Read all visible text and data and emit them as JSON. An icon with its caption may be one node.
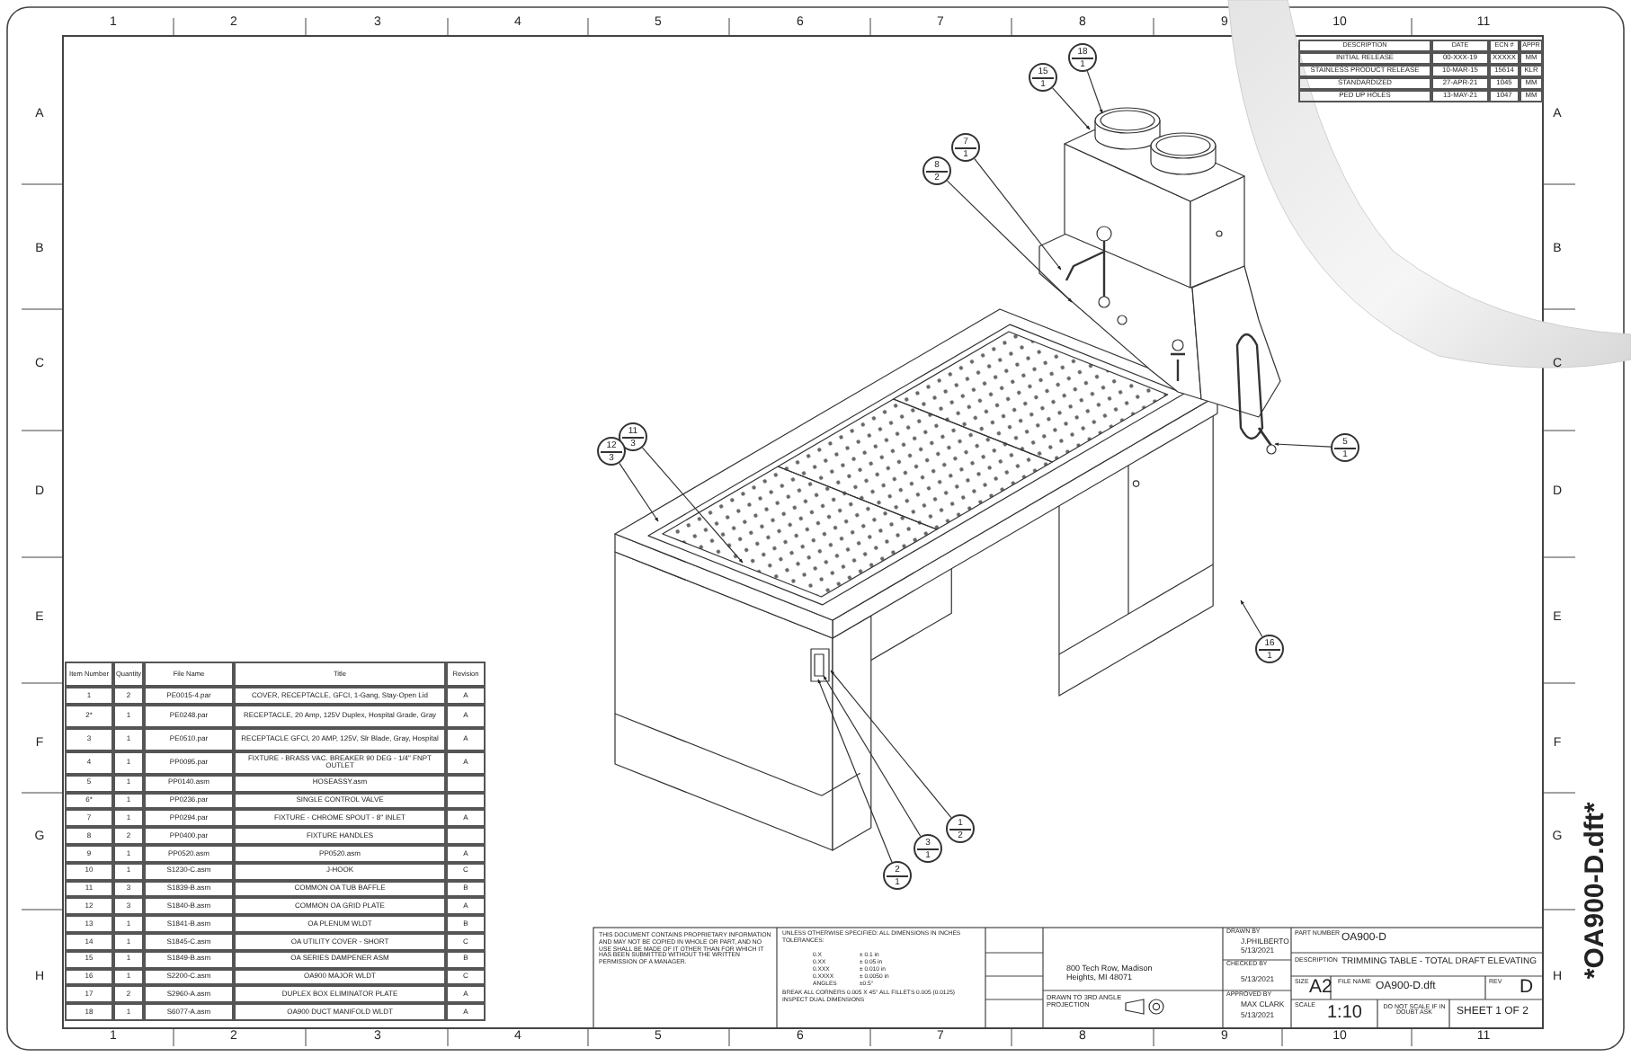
{
  "diagram": {
    "nodes": [
      {
        "text": [
          "18",
          "1"
        ]
      },
      {
        "text": [
          "15",
          "1"
        ]
      },
      {
        "text": [
          "7",
          "1"
        ]
      },
      {
        "text": [
          "8",
          "2"
        ]
      },
      {
        "text": [
          "11",
          "3"
        ]
      },
      {
        "text": [
          "12",
          "3"
        ]
      },
      {
        "text": [
          "5",
          "1"
        ]
      },
      {
        "text": [
          "16",
          "1"
        ]
      },
      {
        "text": [
          "1",
          "2"
        ]
      },
      {
        "text": [
          "3",
          "1"
        ]
      },
      {
        "text": [
          "2",
          "1"
        ]
      }
    ],
    "edges": [
      {
        "from": 0,
        "to": null,
        "arrow": "to"
      },
      {
        "from": 1,
        "to": null,
        "arrow": "to"
      },
      {
        "from": 2,
        "to": null,
        "arrow": "to"
      },
      {
        "from": 3,
        "to": null,
        "arrow": "to"
      },
      {
        "from": 4,
        "to": null,
        "arrow": "to"
      },
      {
        "from": 5,
        "to": null,
        "arrow": "to"
      },
      {
        "from": 6,
        "to": null,
        "arrow": "to"
      },
      {
        "from": 7,
        "to": null,
        "arrow": "to"
      },
      {
        "from": 8,
        "to": null,
        "arrow": "to"
      },
      {
        "from": 9,
        "to": null,
        "arrow": "to"
      },
      {
        "from": 10,
        "to": null,
        "arrow": "to"
      }
    ],
    "labels": [
      "1",
      "2",
      "3",
      "4",
      "5",
      "6",
      "7",
      "8",
      "9",
      "10",
      "11",
      "DESCRIPTION",
      "DATE",
      "ECN #",
      "APPR",
      "INITIAL RELEASE",
      "00-XXX-19",
      "XXXXX",
      "MM",
      "STAINLESS PRODUCT RELEASE",
      "10-MAR-15",
      "15614",
      "KLR",
      "STANDARDIZED",
      "27-APR-21",
      "1045",
      "MM",
      "PED UP HOLES",
      "13-MAY-21",
      "1047",
      "MM",
      "A",
      "B",
      "C",
      "D",
      "E",
      "F",
      "G",
      "H",
      "A",
      "B",
      "C",
      "D",
      "E",
      "F",
      "G",
      "H",
      "Item Number",
      "Quantity",
      "File Name",
      "Title",
      "Revision",
      "1",
      "2",
      "PE0015-4.par",
      "COVER, RECEPTACLE, GFCI, 1-Gang, Stay-Open Lid",
      "A",
      "2*",
      "1",
      "PE0248.par",
      "RECEPTACLE, 20 Amp, 125V Duplex, Hospital Grade, Gray",
      "A",
      "3",
      "1",
      "PE0510.par",
      "RECEPTACLE GFCI, 20 AMP, 125V, Slr Blade, Gray, Hospital",
      "A",
      "4",
      "1",
      "PP0095.par",
      "FIXTURE - BRASS VAC. BREAKER 90 DEG - 1/4\" FNPT OUTLET",
      "A",
      "5",
      "1",
      "PP0140.asm",
      "HOSEASSY.asm",
      "6*",
      "1",
      "PP0236.par",
      "SINGLE CONTROL VALVE",
      "7",
      "1",
      "PP0294.par",
      "FIXTURE - CHROME SPOUT - 8\" INLET",
      "A",
      "8",
      "2",
      "PP0400.par",
      "FIXTURE HANDLES",
      "9",
      "1",
      "PP0520.asm",
      "PP0520.asm",
      "A",
      "10",
      "1",
      "S1230-C.asm",
      "J-HOOK",
      "C",
      "11",
      "3",
      "S1839-B.asm",
      "COMMON OA TUB BAFFLE",
      "B",
      "12",
      "3",
      "S1840-B.asm",
      "COMMON OA GRID PLATE",
      "A",
      "13",
      "1",
      "S1841-B.asm",
      "OA PLENUM WLDT",
      "B",
      "14",
      "1",
      "S1845-C.asm",
      "OA UTILITY COVER - SHORT",
      "C",
      "15",
      "1",
      "S1849-B.asm",
      "OA SERIES DAMPENER ASM",
      "B",
      "16",
      "1",
      "S2200-C.asm",
      "OA900 MAJOR WLDT",
      "C",
      "17",
      "2",
      "S2960-A.asm",
      "DUPLEX BOX ELIMINATOR PLATE",
      "A",
      "18",
      "1",
      "S6077-A.asm",
      "OA900 DUCT MANIFOLD WLDT",
      "A",
      "THIS DOCUMENT CONTAINS PROPRIETARY INFORMATION AND MAY NOT BE COPIED IN WHOLE OR PART, AND NO USE SHALL BE MADE OF IT OTHER THAN FOR WHICH IT HAS BEEN SUBMITTED WITHOUT THE WRITTEN PERMISSION OF A MANAGER.",
      "UNLESS OTHERWISE SPECIFIED: ALL DIMENSIONS IN INCHES TOLERANCES:",
      "0.X",
      "± 0.1 in",
      "0.XX",
      "± 0.05 in",
      "0.XXX",
      "± 0.010 in",
      "0.XXXX",
      "± 0.0050 in",
      "ANGLES",
      "±0.5°",
      "BREAK ALL CORNERS 0.005 X 45° ALL FILLETS 0.005 (0.0125) INSPECT DUAL DIMENSIONS",
      "800 Tech Row, Madison Heights, MI 48071",
      "DRAWN TO 3RD ANGLE PROJECTION",
      "DRAWN BY",
      "J.PHILBERTO",
      "5/13/2021",
      "CHECKED BY",
      "5/13/2021",
      "APPROVED BY",
      "MAX CLARK",
      "5/13/2021",
      "PART NUMBER",
      "OA900-D",
      "DESCRIPTION",
      "TRIMMING TABLE - TOTAL DRAFT ELEVATING",
      "SIZE",
      "A2",
      "FILE NAME",
      "OA900-D.dft",
      "REV",
      "D",
      "SCALE",
      "1:10",
      "DO NOT SCALE IF IN DOUBT ASK",
      "SHEET 1 OF 2",
      "1",
      "2",
      "3",
      "4",
      "5",
      "6",
      "7",
      "8",
      "9",
      "10",
      "11",
      "*OA900-D.dft*"
    ]
  }
}
